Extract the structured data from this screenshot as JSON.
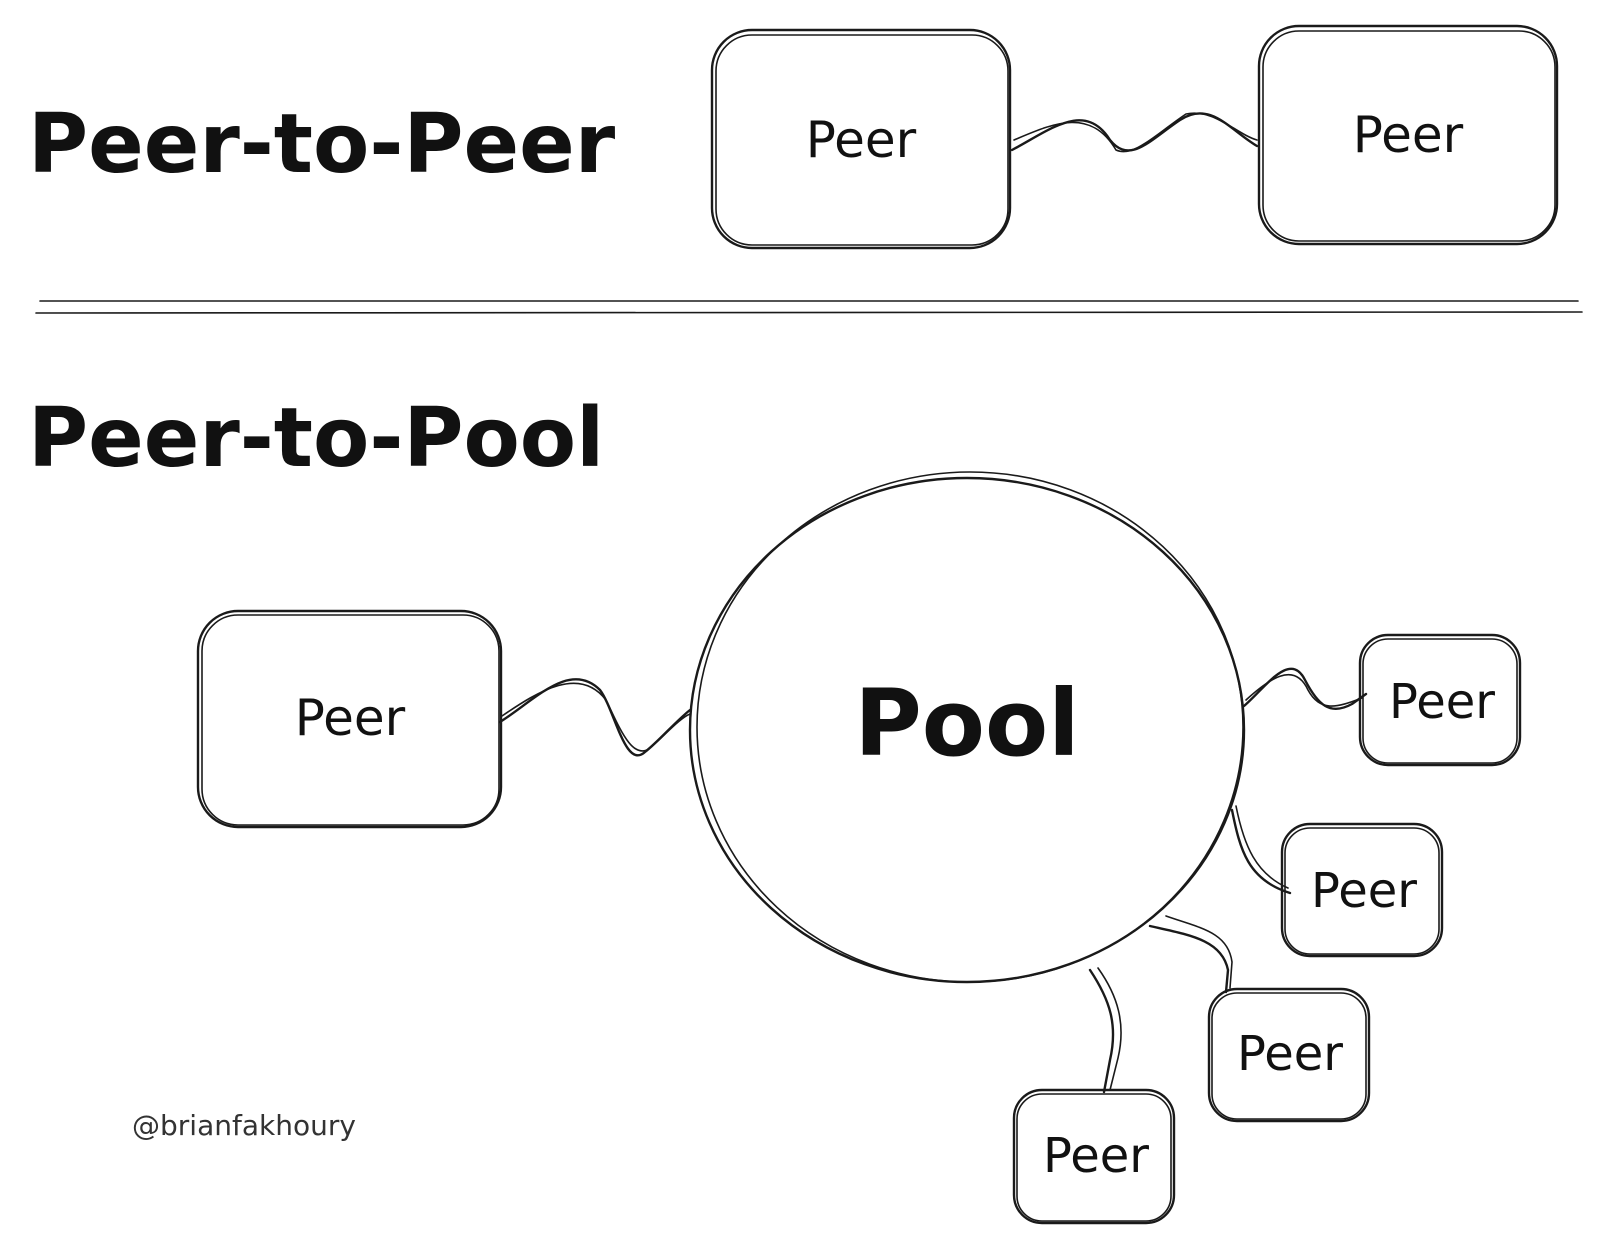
{
  "sections": {
    "peer_to_peer": {
      "heading": "Peer-to-Peer",
      "left_node": "Peer",
      "right_node": "Peer"
    },
    "peer_to_pool": {
      "heading": "Peer-to-Pool",
      "pool_label": "Pool",
      "left_node": "Peer",
      "right_nodes": [
        "Peer",
        "Peer",
        "Peer",
        "Peer"
      ]
    }
  },
  "credit": "@brianfakhoury",
  "colors": {
    "ink": "#111111",
    "background": "#ffffff"
  }
}
